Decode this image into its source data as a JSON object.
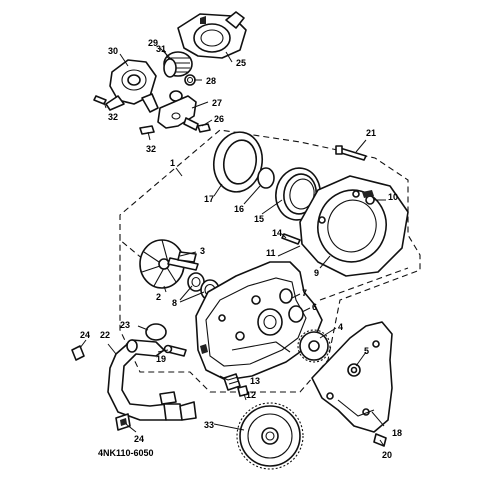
{
  "diagram_code": "4NK110-6050",
  "labels": {
    "l1": "1",
    "l2": "2",
    "l3": "3",
    "l4": "4",
    "l5": "5",
    "l6": "6",
    "l7": "7",
    "l8": "8",
    "l9": "9",
    "l10": "10",
    "l11": "11",
    "l12": "12",
    "l13": "13",
    "l14": "14",
    "l15": "15",
    "l16": "16",
    "l17": "17",
    "l18": "18",
    "l19": "19",
    "l20": "20",
    "l21": "21",
    "l22": "22",
    "l23": "23",
    "l24a": "24",
    "l24b": "24",
    "l25": "25",
    "l26": "26",
    "l27": "27",
    "l28": "28",
    "l29": "29",
    "l30": "30",
    "l31": "31",
    "l32a": "32",
    "l32b": "32",
    "l33": "33"
  }
}
